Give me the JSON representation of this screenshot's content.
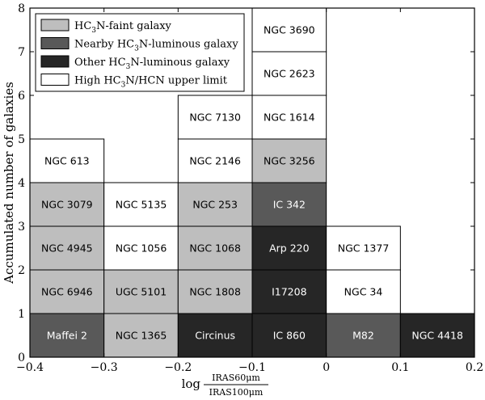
{
  "chart_data": {
    "type": "bar",
    "subtype": "stacked-histogram",
    "title": "",
    "xlabel_prefix": "log",
    "xlabel_numerator": "IRAS60μm",
    "xlabel_denominator": "IRAS100μm",
    "ylabel": "Accumulated number of galaxies",
    "xlim": [
      -0.4,
      0.2
    ],
    "ylim": [
      0,
      8
    ],
    "xticks": [
      -0.4,
      -0.3,
      -0.2,
      -0.1,
      0,
      0.1,
      0.2
    ],
    "xtick_labels": [
      "−0.4",
      "−0.3",
      "−0.2",
      "−0.1",
      "0",
      "0.1",
      "0.2"
    ],
    "yticks": [
      0,
      1,
      2,
      3,
      4,
      5,
      6,
      7,
      8
    ],
    "ytick_labels": [
      "0",
      "1",
      "2",
      "3",
      "4",
      "5",
      "6",
      "7",
      "8"
    ],
    "bin_width": 0.1,
    "grid": false,
    "legend_position": "top-left",
    "categories": [
      {
        "key": "faint",
        "label_pre": "HC",
        "label_sub": "3",
        "label_post": "N-faint galaxy",
        "color": "#bebebe"
      },
      {
        "key": "nearby",
        "label_pre": "Nearby HC",
        "label_sub": "3",
        "label_post": "N-luminous galaxy",
        "color": "#595959"
      },
      {
        "key": "other",
        "label_pre": "Other HC",
        "label_sub": "3",
        "label_post": "N-luminous galaxy",
        "color": "#262626"
      },
      {
        "key": "upper",
        "label_pre": "High HC",
        "label_sub": "3",
        "label_post": "N/HCN upper limit",
        "color": "#ffffff"
      }
    ],
    "bins": [
      {
        "x_start": -0.4,
        "galaxies": [
          {
            "name": "Maffei 2",
            "category": "nearby"
          },
          {
            "name": "NGC 6946",
            "category": "faint"
          },
          {
            "name": "NGC 4945",
            "category": "faint"
          },
          {
            "name": "NGC 3079",
            "category": "faint"
          },
          {
            "name": "NGC 613",
            "category": "upper"
          }
        ]
      },
      {
        "x_start": -0.3,
        "galaxies": [
          {
            "name": "NGC 1365",
            "category": "faint"
          },
          {
            "name": "UGC 5101",
            "category": "faint"
          },
          {
            "name": "NGC 1056",
            "category": "upper"
          },
          {
            "name": "NGC 5135",
            "category": "upper"
          }
        ]
      },
      {
        "x_start": -0.2,
        "galaxies": [
          {
            "name": "Circinus",
            "category": "other"
          },
          {
            "name": "NGC 1808",
            "category": "faint"
          },
          {
            "name": "NGC 1068",
            "category": "faint"
          },
          {
            "name": "NGC 253",
            "category": "faint"
          },
          {
            "name": "NGC 2146",
            "category": "upper"
          },
          {
            "name": "NGC 7130",
            "category": "upper"
          }
        ]
      },
      {
        "x_start": -0.1,
        "galaxies": [
          {
            "name": "IC 860",
            "category": "other"
          },
          {
            "name": "I17208",
            "category": "other"
          },
          {
            "name": "Arp 220",
            "category": "other"
          },
          {
            "name": "IC 342",
            "category": "nearby"
          },
          {
            "name": "NGC 3256",
            "category": "faint"
          },
          {
            "name": "NGC 1614",
            "category": "upper"
          },
          {
            "name": "NGC 2623",
            "category": "upper"
          },
          {
            "name": "NGC 3690",
            "category": "upper"
          }
        ]
      },
      {
        "x_start": 0.0,
        "galaxies": [
          {
            "name": "M82",
            "category": "nearby"
          },
          {
            "name": "NGC 34",
            "category": "upper"
          },
          {
            "name": "NGC 1377",
            "category": "upper"
          }
        ]
      },
      {
        "x_start": 0.1,
        "galaxies": [
          {
            "name": "NGC 4418",
            "category": "other"
          }
        ]
      }
    ]
  }
}
